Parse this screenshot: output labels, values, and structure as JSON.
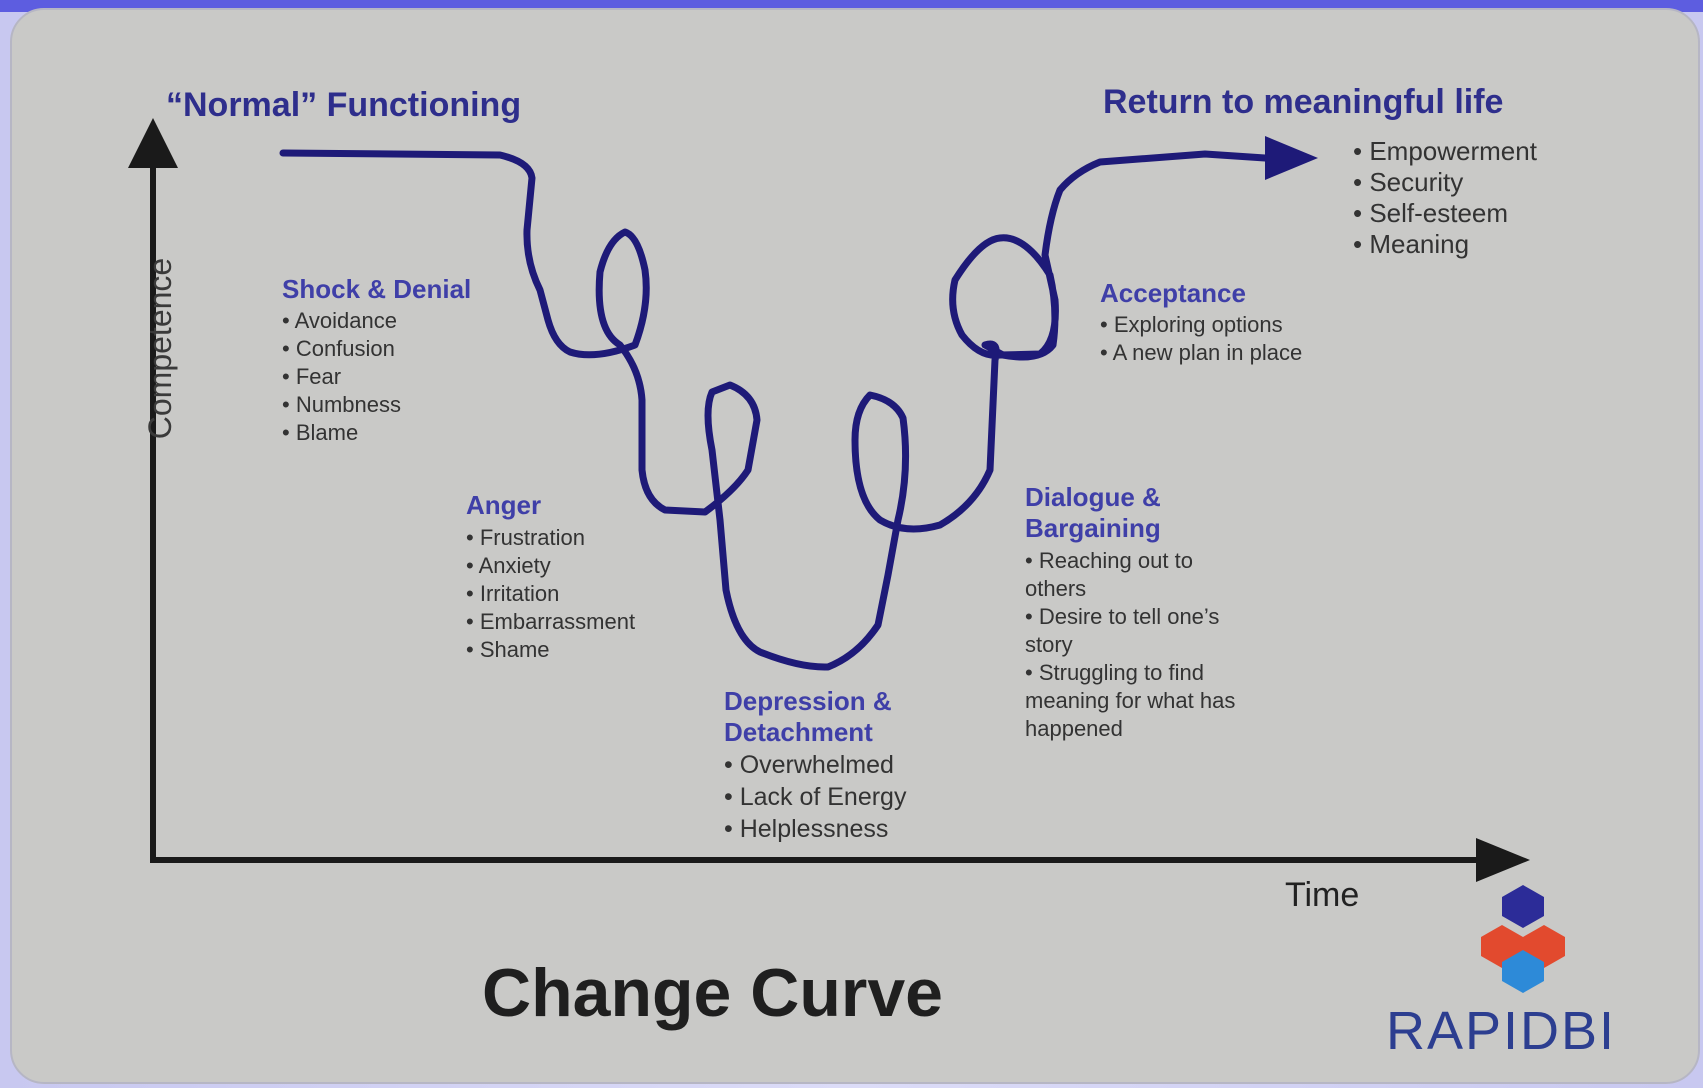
{
  "diagram": {
    "title": "Change Curve",
    "y_axis_label": "Competence",
    "x_axis_label": "Time",
    "start_label": "“Normal” Functioning",
    "end_label": "Return to meaningful life",
    "end_items": [
      "Empowerment",
      "Security",
      "Self-esteem",
      "Meaning"
    ],
    "stages": {
      "shock": {
        "heading": "Shock & Denial",
        "items": [
          "Avoidance",
          "Confusion",
          "Fear",
          "Numbness",
          "Blame"
        ]
      },
      "anger": {
        "heading": "Anger",
        "items": [
          "Frustration",
          "Anxiety",
          "Irritation",
          "Embarrassment",
          "Shame"
        ]
      },
      "depression": {
        "heading_line1": "Depression &",
        "heading_line2": "Detachment",
        "items": [
          "Overwhelmed",
          "Lack of Energy",
          "Helplessness"
        ]
      },
      "dialogue": {
        "heading_line1": "Dialogue &",
        "heading_line2": "Bargaining",
        "items": [
          "Reaching out to",
          "others",
          "Desire to tell one’s",
          "story",
          "Struggling to find",
          "meaning for what has",
          "happened"
        ]
      },
      "acceptance": {
        "heading": "Acceptance",
        "items": [
          "Exploring options",
          "A new plan in place"
        ]
      }
    },
    "colors": {
      "curve": "#1e1a78",
      "heading": "#3f3fa8",
      "panel": "#c9c9c7",
      "accent_band": "#5d5de0"
    }
  },
  "logo": {
    "text": "RAPIDBI",
    "name": "rapidbi-cubes-logo"
  }
}
